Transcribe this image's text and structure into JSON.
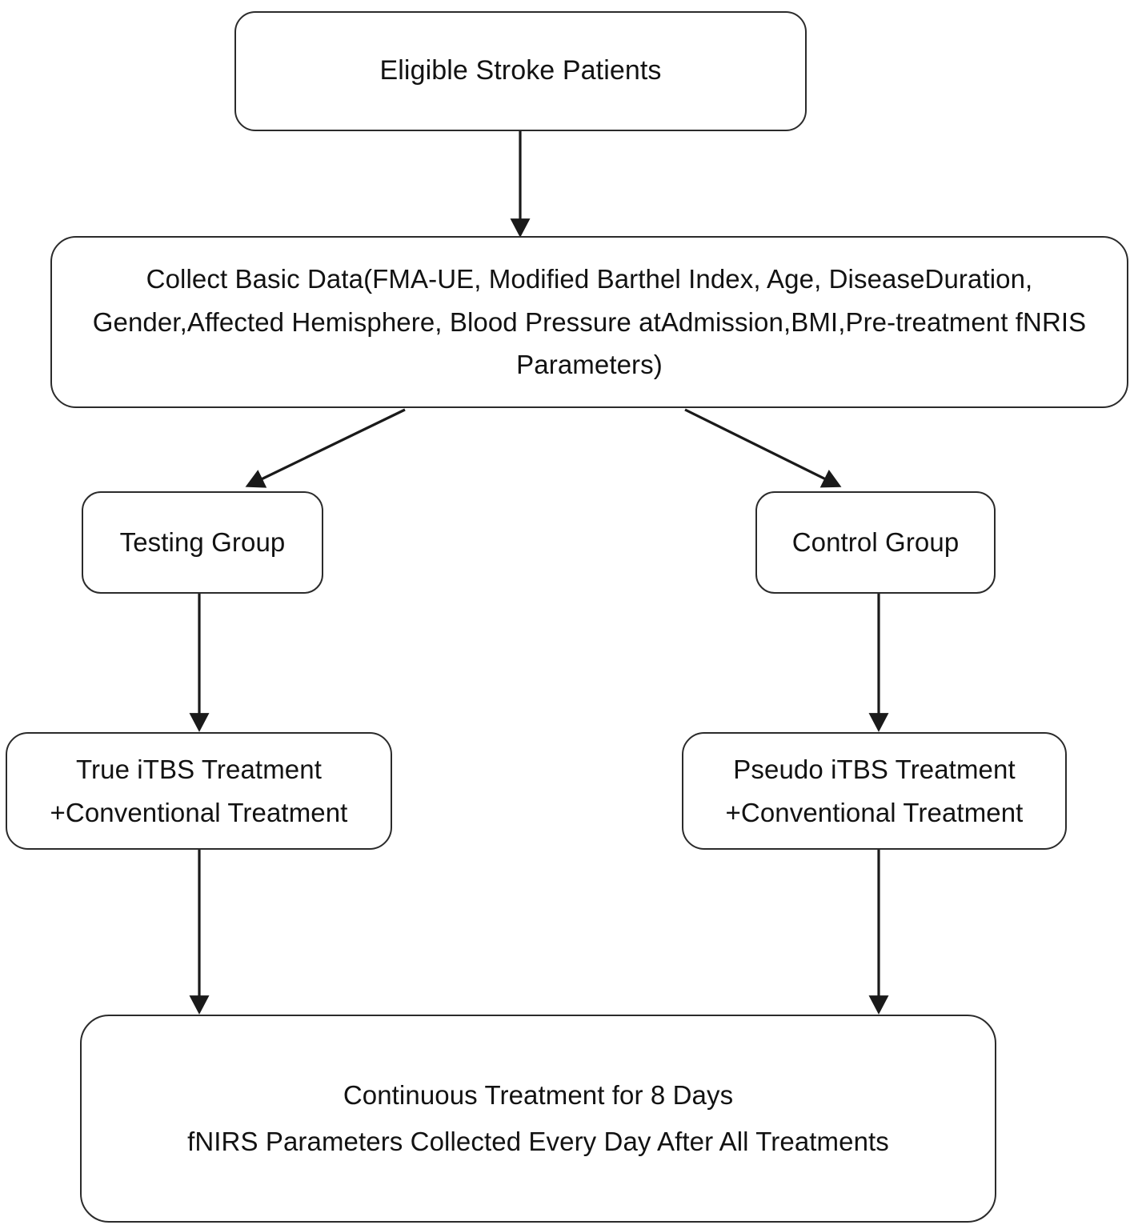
{
  "diagram": {
    "type": "flowchart",
    "title": "Stroke iTBS treatment study flowchart",
    "background_color": "#ffffff",
    "stroke_color": "#2b2b2b",
    "text_color": "#121212",
    "nodes": {
      "eligible": {
        "label": "Eligible Stroke Patients"
      },
      "collect": {
        "line1": "Collect Basic Data(FMA-UE, Modified Barthel Index, Age, DiseaseDuration,",
        "line2": "Gender,Affected Hemisphere, Blood Pressure atAdmission,BMI,Pre-treatment fNRIS",
        "line3": "Parameters)"
      },
      "testing_group": {
        "label": "Testing Group"
      },
      "control_group": {
        "label": "Control Group"
      },
      "true_itbs": {
        "line1": "True iTBS Treatment",
        "line2": "+Conventional Treatment"
      },
      "pseudo_itbs": {
        "line1": "Pseudo iTBS Treatment",
        "line2": "+Conventional Treatment"
      },
      "continuous": {
        "line1": "Continuous Treatment for 8 Days",
        "line2": "fNIRS Parameters Collected Every Day After All Treatments"
      }
    },
    "edges": [
      {
        "name": "eligible-to-collect",
        "from": "eligible",
        "to": "collect",
        "style": "vertical-arrow"
      },
      {
        "name": "collect-to-testing",
        "from": "collect",
        "to": "testing_group",
        "style": "diagonal-arrow"
      },
      {
        "name": "collect-to-control",
        "from": "collect",
        "to": "control_group",
        "style": "diagonal-arrow"
      },
      {
        "name": "testing-to-true-itbs",
        "from": "testing_group",
        "to": "true_itbs",
        "style": "vertical-arrow"
      },
      {
        "name": "control-to-pseudo-itbs",
        "from": "control_group",
        "to": "pseudo_itbs",
        "style": "vertical-arrow"
      },
      {
        "name": "true-itbs-to-continuous",
        "from": "true_itbs",
        "to": "continuous",
        "style": "vertical-arrow"
      },
      {
        "name": "pseudo-itbs-to-continuous",
        "from": "pseudo_itbs",
        "to": "continuous",
        "style": "vertical-arrow"
      }
    ]
  }
}
